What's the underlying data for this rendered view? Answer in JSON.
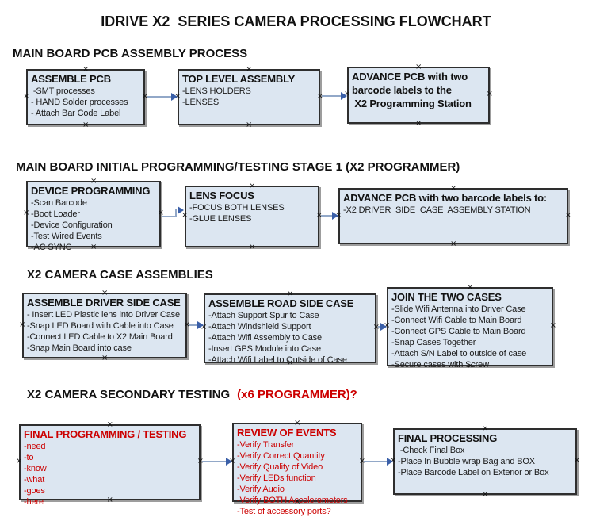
{
  "title": "IDRIVE X2  SERIES CAMERA PROCESSING FLOWCHART",
  "colors": {
    "box_fill": "#dce6f1",
    "box_border": "#2e2e2e",
    "arrow_line": "#92a8c8",
    "arrow_head": "#3a5fa8",
    "red": "#cc0000"
  },
  "sections": [
    {
      "heading": "MAIN BOARD PCB ASSEMBLY PROCESS",
      "boxes": [
        {
          "title": "ASSEMBLE PCB",
          "items": [
            " -SMT processes",
            "- HAND Solder processes",
            "- Attach Bar Code Label"
          ]
        },
        {
          "title": "TOP LEVEL ASSEMBLY",
          "items": [
            "-LENS HOLDERS",
            "-LENSES"
          ]
        },
        {
          "title": "ADVANCE PCB with two\nbarcode labels to the\n X2 Programming Station",
          "items": []
        }
      ]
    },
    {
      "heading": "MAIN BOARD INITIAL PROGRAMMING/TESTING STAGE 1 (X2 PROGRAMMER)",
      "boxes": [
        {
          "title": "DEVICE PROGRAMMING",
          "items": [
            "-Scan Barcode",
            "-Boot Loader",
            "-Device Configuration",
            "-Test Wired Events",
            "-AC SYNC"
          ]
        },
        {
          "title": "LENS FOCUS",
          "items": [
            "-FOCUS BOTH LENSES",
            "-GLUE LENSES"
          ]
        },
        {
          "title": "ADVANCE PCB with two barcode labels to:",
          "items": [
            "-X2 DRIVER  SIDE  CASE  ASSEMBLY STATION"
          ]
        }
      ]
    },
    {
      "heading": "X2 CAMERA CASE ASSEMBLIES",
      "boxes": [
        {
          "title": "ASSEMBLE DRIVER SIDE CASE",
          "items": [
            "- Insert LED Plastic lens into Driver Case",
            "-Snap LED Board with Cable into Case",
            "-Connect LED Cable to X2 Main Board",
            "-Snap Main Board into case"
          ]
        },
        {
          "title": "ASSEMBLE ROAD SIDE CASE",
          "items": [
            "-Attach Support Spur to Case",
            "-Attach Windshield Support",
            "-Attach Wifi Assembly to Case",
            "-Insert GPS Module into Case",
            "-Attach Wifi Label to Outside of Case"
          ]
        },
        {
          "title": "JOIN THE TWO CASES",
          "items": [
            "-Slide Wifi Antenna into Driver Case",
            "-Connect Wifi Cable to Main Board",
            "-Connect GPS Cable to Main Board",
            "-Snap Cases Together",
            "-Attach S/N Label to outside of case",
            "-Secure cases with Screw"
          ]
        }
      ]
    },
    {
      "heading": "X2 CAMERA SECONDARY TESTING",
      "heading_suffix_red": "(x6 PROGRAMMER)?",
      "boxes": [
        {
          "title": "FINAL PROGRAMMING / TESTING",
          "text_color": "red",
          "items": [
            "-need",
            "-to",
            "-know",
            "-what",
            "-goes",
            "-here"
          ]
        },
        {
          "title": "REVIEW OF EVENTS",
          "text_color": "red",
          "items": [
            "-Verify Transfer",
            "-Verify Correct Quantity",
            "-Verify Quality of Video",
            "-Verify LEDs function",
            "-Verify Audio",
            "-Verify BOTH Accelerometers",
            "-Test of accessory ports?"
          ]
        },
        {
          "title": "FINAL PROCESSING",
          "text_color": "black",
          "items": [
            " -Check Final Box",
            "-Place In Bubble wrap Bag and BOX",
            "-Place Barcode Label on Exterior or Box"
          ]
        }
      ]
    }
  ]
}
